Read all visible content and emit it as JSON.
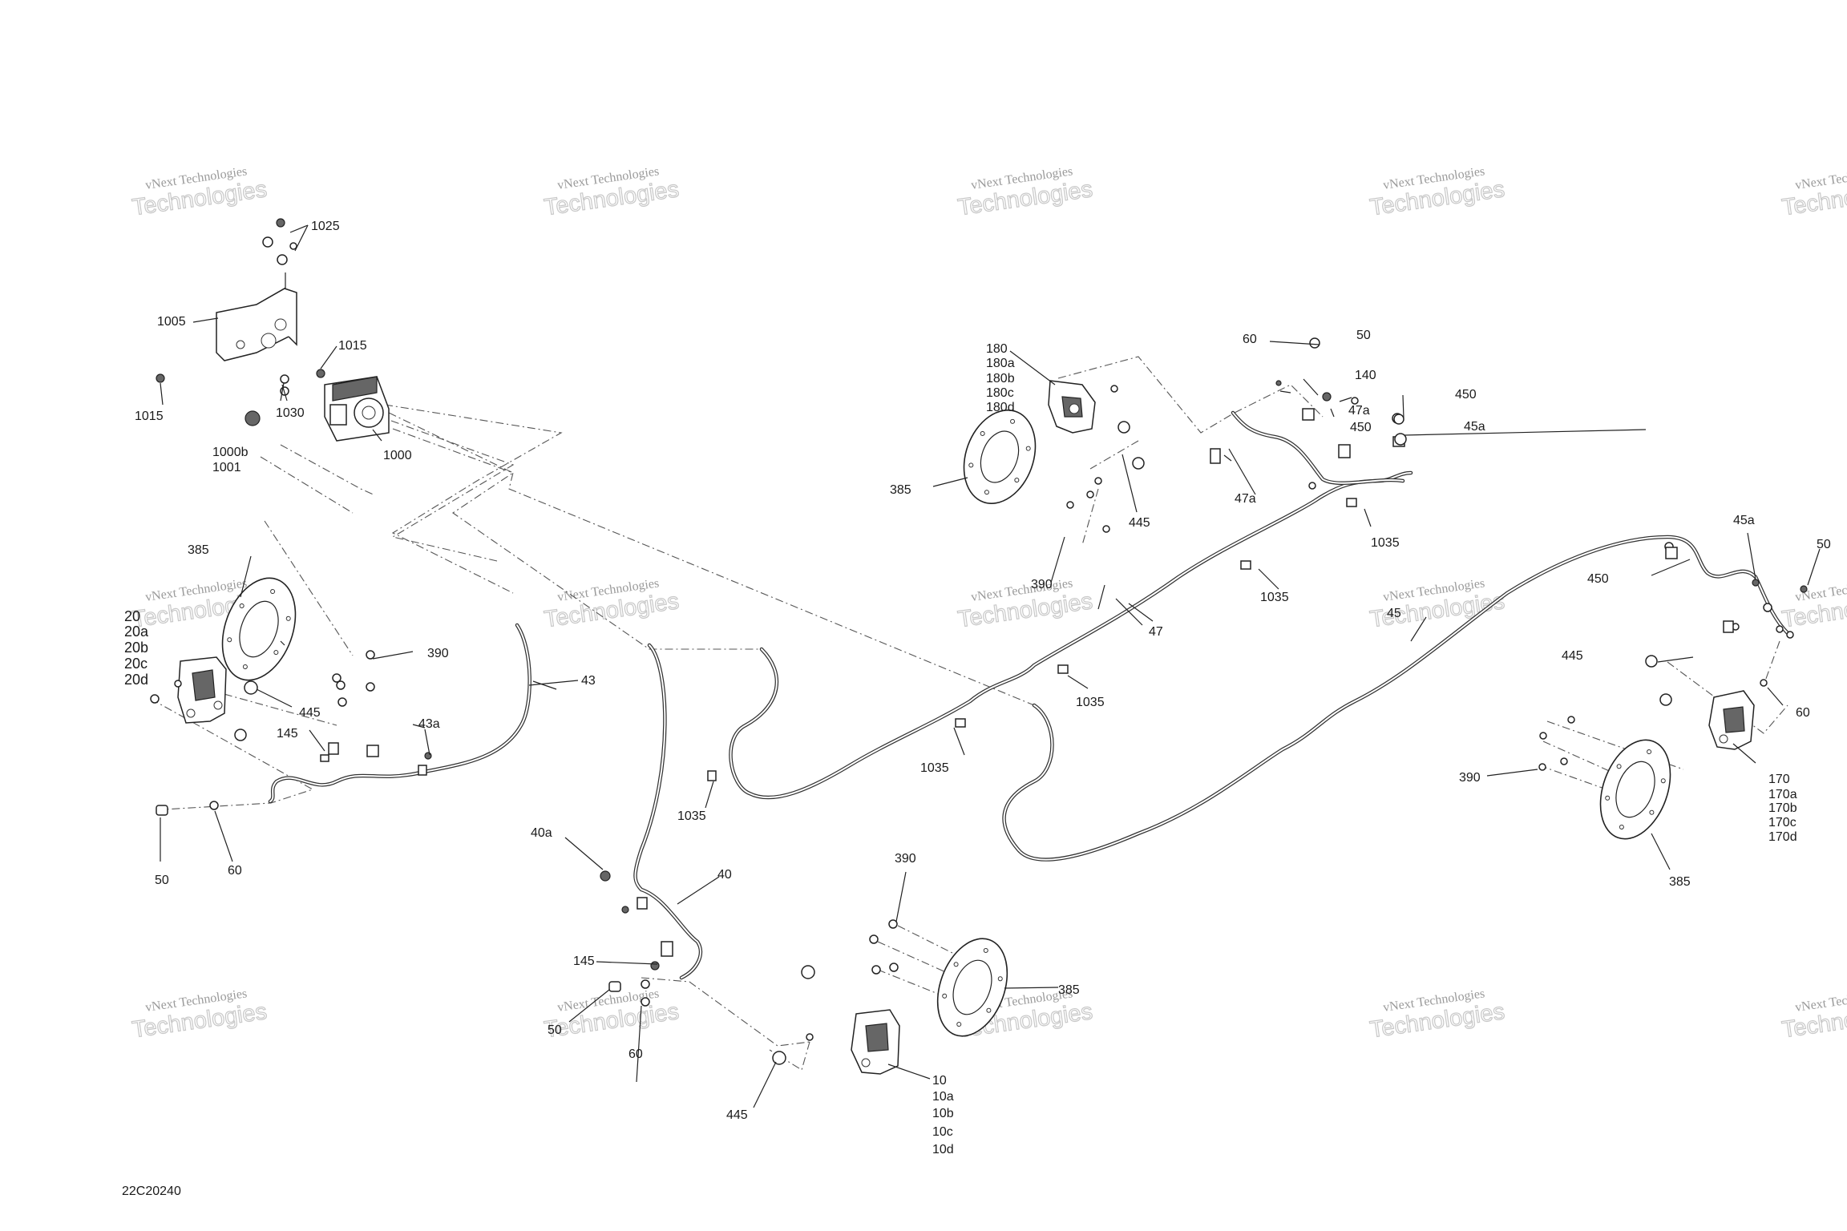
{
  "drawing_code": "22C20240",
  "watermark": {
    "line1": "vNext Technologies",
    "line2": "Technologies"
  },
  "labels": {
    "l1025": "1025",
    "l1005": "1005",
    "l1015a": "1015",
    "l1015b": "1015",
    "l1030": "1030",
    "l1000": "1000",
    "l1000b": "1000b",
    "l1001": "1001",
    "l180": "180",
    "l180a": "180a",
    "l180b": "180b",
    "l180c": "180c",
    "l180d": "180d",
    "l385a": "385",
    "l385b": "385",
    "l385c": "385",
    "l385d": "385",
    "l60a": "60",
    "l60b": "60",
    "l60c": "60",
    "l60d": "60",
    "l50a": "50",
    "l50b": "50",
    "l50c": "50",
    "l50d": "50",
    "l140": "140",
    "l47a1": "47a",
    "l47a2": "47a",
    "l450a": "450",
    "l450b": "450",
    "l450c": "450",
    "l45a1": "45a",
    "l45a2": "45a",
    "l45": "45",
    "l47": "47",
    "l445a": "445",
    "l445b": "445",
    "l445c": "445",
    "l445d": "445",
    "l1035a": "1035",
    "l1035b": "1035",
    "l1035c": "1035",
    "l1035d": "1035",
    "l1035e": "1035",
    "l390a": "390",
    "l390b": "390",
    "l390c": "390",
    "l390d": "390",
    "l20": "20",
    "l20a": "20a",
    "l20b": "20b",
    "l20c": "20c",
    "l20d": "20d",
    "l43": "43",
    "l43a": "43a",
    "l145a": "145",
    "l145b": "145",
    "l40": "40",
    "l40a": "40a",
    "l10": "10",
    "l10a": "10a",
    "l10b": "10b",
    "l10c": "10c",
    "l10d": "10d",
    "l170": "170",
    "l170a": "170a",
    "l170b": "170b",
    "l170c": "170c",
    "l170d": "170d"
  }
}
